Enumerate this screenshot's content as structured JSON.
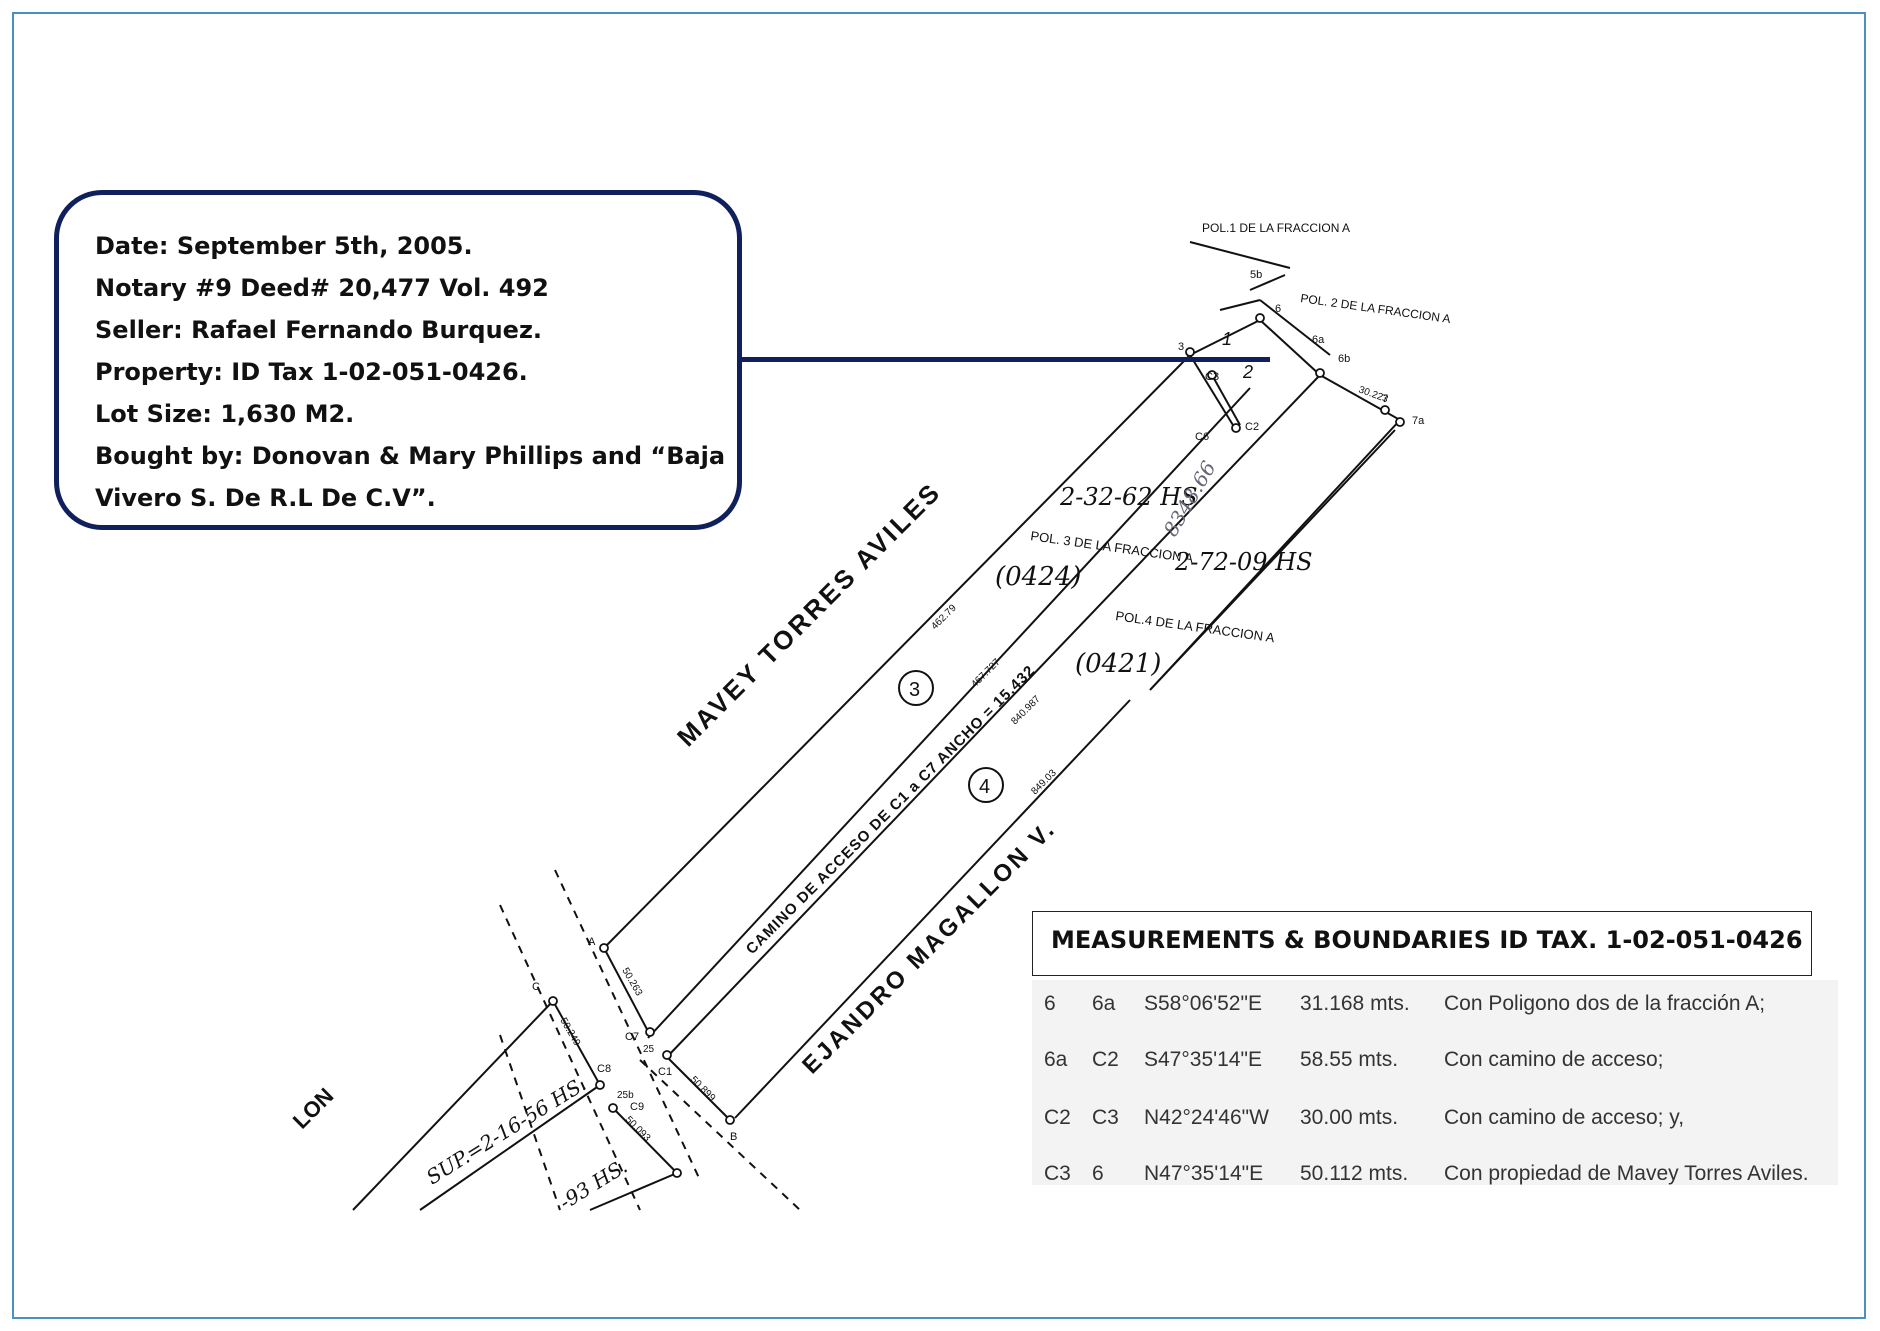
{
  "info_box": {
    "date": "Date: September 5th, 2005.",
    "notary": "Notary #9   Deed# 20,477   Vol. 492",
    "seller": "Seller: Rafael Fernando Burquez.",
    "property": "Property: ID Tax 1-02-051-0426.",
    "lot_size": "Lot Size: 1,630 M2.",
    "bought_by_1": "Bought by: Donovan & Mary Phillips and “Baja",
    "bought_by_2": "Vivero S. De R.L De C.V”."
  },
  "plat": {
    "owner_north": "MAVEY  TORRES  AVILES",
    "owner_south": "EJANDRO  MAGALLON  V.",
    "owner_west": "LON",
    "access_road": "CAMINO DE ACCESO DE C1 a C7 ANCHO = 15.432",
    "pol1": "POL.1 DE LA FRACCION A",
    "pol2": "POL. 2 DE LA FRACCION A",
    "pol3": "POL. 3 DE LA FRACCION A",
    "pol4": "POL.4 DE LA FRACCION A",
    "area_3": "2-32-62 HS",
    "area_4": "2-72-09 HS",
    "area_west": "SUP.=2-16-56 HS.",
    "lot_0424": "(0424)",
    "lot_0421": "(0421)",
    "circle_3": "3",
    "circle_4": "4",
    "pol_1_num": "1",
    "pol_2_num": "2",
    "dim_462": "462.79",
    "dim_467": "467.727",
    "dim_840": "840.987",
    "dim_849": "849.03",
    "dim_50263": "50.263",
    "dim_30223": "30.223",
    "dim_8348": "8348.66",
    "dim_50899": "50.899",
    "dim_25": "25",
    "dim_25b": "25b",
    "dim_50249": "50.249",
    "dim_50093": "50.093",
    "dim_93": "-93 HS.",
    "pt_5b": "5b",
    "pt_6": "6",
    "pt_6a": "6a",
    "pt_6b": "6b",
    "pt_7": "7",
    "pt_7a": "7a",
    "pt_C2": "C2",
    "pt_C3": "C3",
    "pt_C6": "C6",
    "pt_C7": "C7",
    "pt_C1": "C1",
    "pt_C8": "C8",
    "pt_C9": "C9",
    "pt_A": "A",
    "pt_B": "B",
    "pt_C": "C",
    "pt_3": "3"
  },
  "measurements": {
    "title": "MEASUREMENTS & BOUNDARIES ID TAX. 1-02-051-0426",
    "rows": [
      {
        "from": "6",
        "to": "6a",
        "bearing": "S58°06'52\"E",
        "distance": "31.168 mts.",
        "boundary": "Con Poligono dos de la fracción A;"
      },
      {
        "from": "6a",
        "to": "C2",
        "bearing": "S47°35'14\"E",
        "distance": "58.55  mts.",
        "boundary": "Con camino de acceso;"
      },
      {
        "from": "C2",
        "to": "C3",
        "bearing": "N42°24'46\"W",
        "distance": "30.00  mts.",
        "boundary": "Con camino de acceso; y,"
      },
      {
        "from": "C3",
        "to": "6",
        "bearing": "N47°35'14\"E",
        "distance": "50.112 mts.",
        "boundary": "Con propiedad de Mavey Torres Aviles."
      }
    ]
  }
}
